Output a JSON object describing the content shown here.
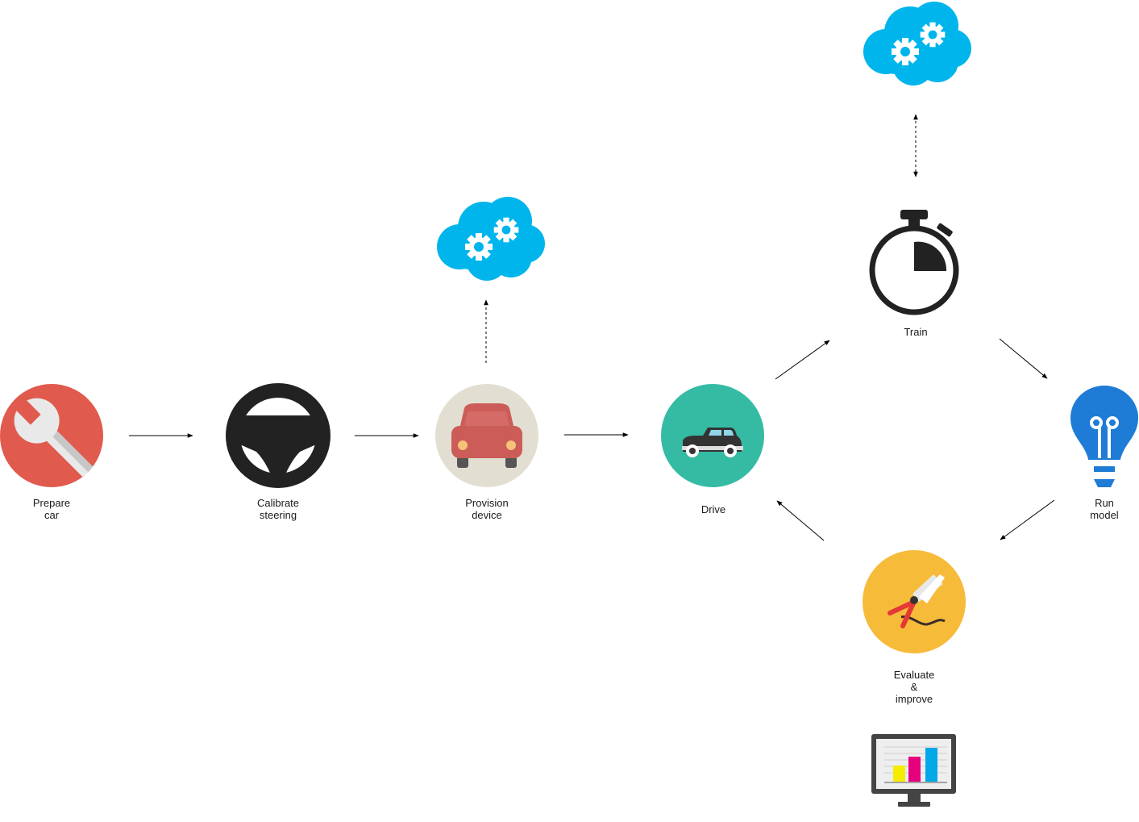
{
  "nodes": {
    "prepare": {
      "label": "Prepare\ncar",
      "icon": "wrench-icon",
      "color": "#e05a4d"
    },
    "calibrate": {
      "label": "Calibrate\nsteering",
      "icon": "steering-wheel-icon",
      "color": "#222222"
    },
    "provision": {
      "label": "Provision\ndevice",
      "icon": "car-icon",
      "color": "#e2dfd2"
    },
    "drive": {
      "label": "Drive",
      "icon": "vintage-car-icon",
      "color": "#35bba4"
    },
    "train": {
      "label": "Train",
      "icon": "stopwatch-icon",
      "color": "#222222"
    },
    "run": {
      "label": "Run\nmodel",
      "icon": "lightbulb-icon",
      "color": "#1e7bd6"
    },
    "evaluate": {
      "label": "Evaluate\n&\nimprove",
      "icon": "jumper-cable-icon",
      "color": "#f7bb3a"
    }
  },
  "decorations": {
    "cloud_color": "#00b5ec",
    "cloud_provision_icon": "cloud-gears-icon",
    "cloud_train_icon": "cloud-gears-icon",
    "monitor_icon": "monitor-chart-icon"
  }
}
